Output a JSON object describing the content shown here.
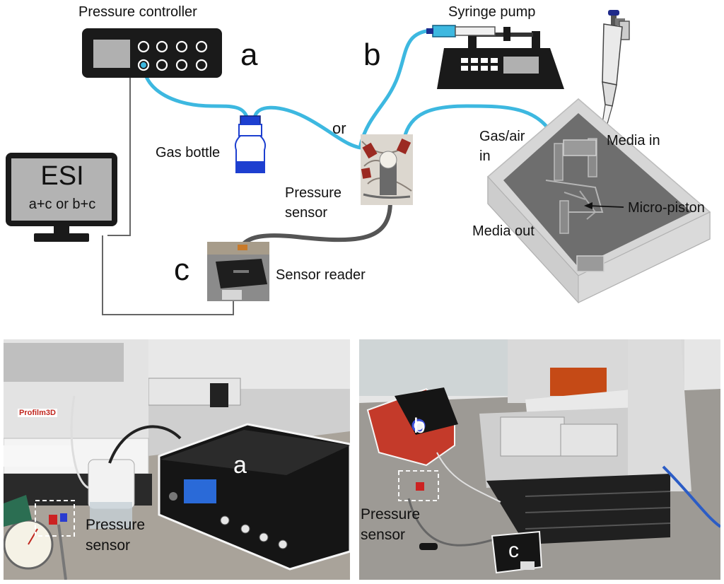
{
  "schematic": {
    "pressure_controller": "Pressure controller",
    "syringe_pump": "Syringe pump",
    "letter_a": "a",
    "letter_b": "b",
    "letter_c": "c",
    "or_label": "or",
    "gas_bottle": "Gas bottle",
    "pressure_sensor_line1": "Pressure",
    "pressure_sensor_line2": "sensor",
    "sensor_reader": "Sensor reader",
    "esi_title": "ESI",
    "esi_sub": "a+c or b+c",
    "gas_air_in_line1": "Gas/air",
    "gas_air_in_line2": "in",
    "media_in": "Media in",
    "micro_piston": "Micro-piston",
    "media_out": "Media out"
  },
  "photo_left": {
    "brand": "Profilm3D",
    "badge": "a",
    "pressure_sensor_line1": "Pressure",
    "pressure_sensor_line2": "sensor"
  },
  "photo_right": {
    "badge_b": "b",
    "badge_c": "c",
    "pressure_sensor_line1": "Pressure",
    "pressure_sensor_line2": "sensor"
  },
  "colors": {
    "tubing_blue": "#3db8e0",
    "cable_gray": "#555555",
    "device_black": "#1a1a1a"
  }
}
